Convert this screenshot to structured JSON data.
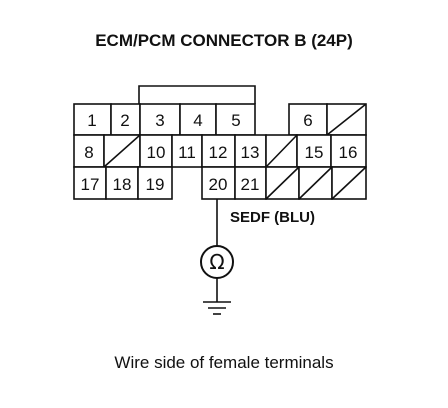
{
  "title": "ECM/PCM CONNECTOR B (24P)",
  "wire_label": "SEDF (BLU)",
  "caption": "Wire side of female terminals",
  "meter_symbol": "Ω",
  "meter_icon": "ohmmeter-icon",
  "ground_icon": "ground-icon",
  "measured_terminal": "20",
  "pins": [
    {
      "label": "1"
    },
    {
      "label": "2"
    },
    {
      "label": "3"
    },
    {
      "label": "4"
    },
    {
      "label": "5"
    },
    {
      "label": "6"
    },
    {
      "label": ""
    },
    {
      "label": "8"
    },
    {
      "label": ""
    },
    {
      "label": "10"
    },
    {
      "label": "11"
    },
    {
      "label": "12"
    },
    {
      "label": "13"
    },
    {
      "label": ""
    },
    {
      "label": "15"
    },
    {
      "label": "16"
    },
    {
      "label": "17"
    },
    {
      "label": "18"
    },
    {
      "label": "19"
    },
    {
      "label": "20"
    },
    {
      "label": "21"
    },
    {
      "label": ""
    },
    {
      "label": ""
    },
    {
      "label": ""
    }
  ]
}
